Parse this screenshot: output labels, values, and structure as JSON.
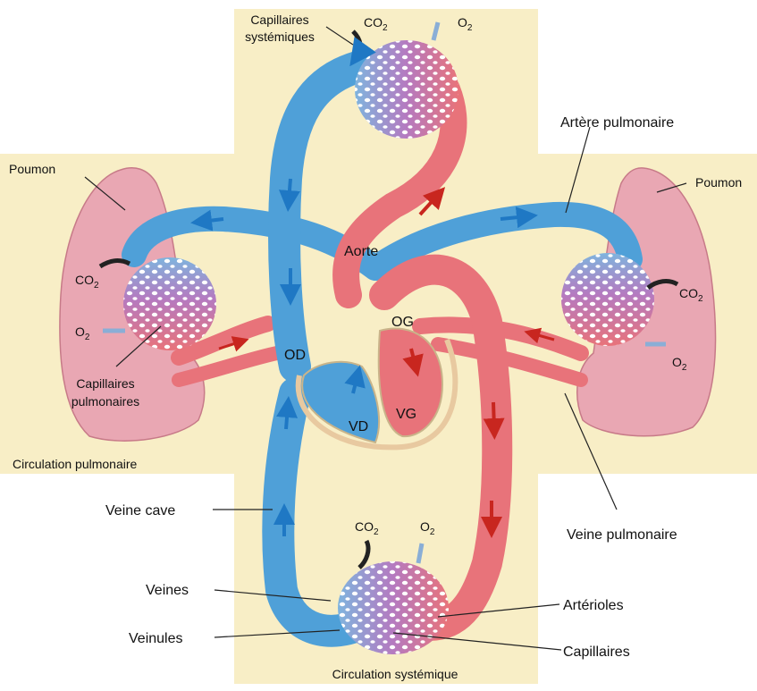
{
  "colors": {
    "background_panel": "#f8eec6",
    "oxygen_poor_blood": "#4fa0d8",
    "oxygen_rich_blood": "#e8737a",
    "capillary_mix": "#b57ac0",
    "lung": "#e9a7b3",
    "arrow_blue": "#1f78c4",
    "arrow_red": "#c8261f"
  },
  "labels": {
    "capillaires_systemiques": [
      "Capillaires",
      "systémiques"
    ],
    "co2": "CO",
    "co2_sub": "2",
    "o2": "O",
    "o2_sub": "2",
    "artere_pulmonaire": "Artère pulmonaire",
    "poumon_left": "Poumon",
    "poumon_right": "Poumon",
    "aorte": "Aorte",
    "od": "OD",
    "og": "OG",
    "vd": "VD",
    "vg": "VG",
    "capillaires_pulmonaires": [
      "Capillaires",
      "pulmonaires"
    ],
    "circulation_pulmonaire": "Circulation pulmonaire",
    "veine_cave": "Veine cave",
    "veine_pulmonaire": "Veine pulmonaire",
    "veines": "Veines",
    "veinules": "Veinules",
    "arterioles": "Artérioles",
    "capillaires": "Capillaires",
    "circulation_systemique": "Circulation systémique"
  }
}
